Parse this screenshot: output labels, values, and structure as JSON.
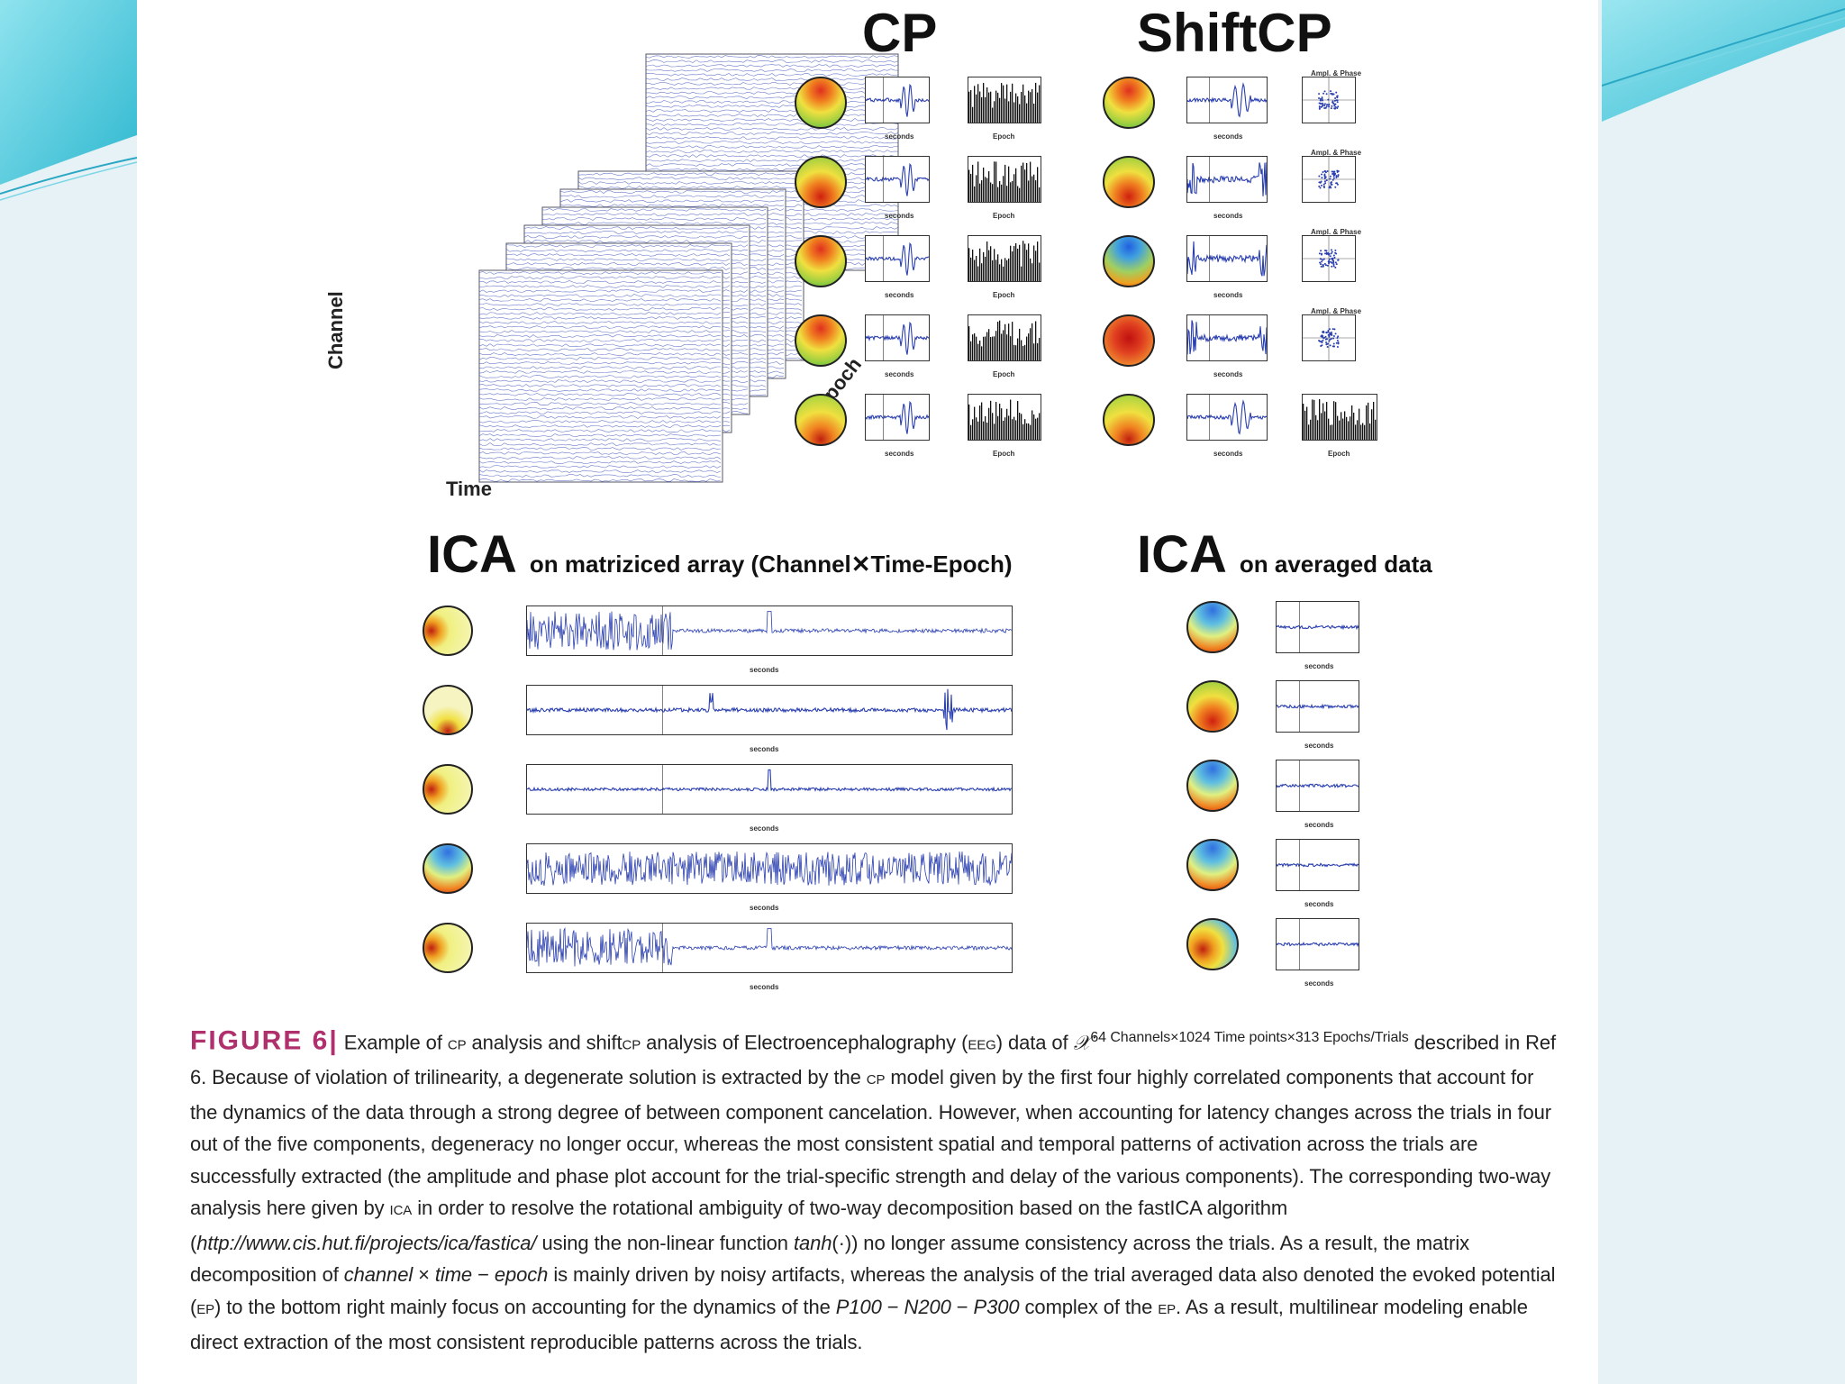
{
  "panels": {
    "cp_title": "CP",
    "shiftcp_title": "ShiftCP",
    "ica_left": {
      "main": "ICA",
      "sub": "on matriziced array (Channel✕Time-Epoch)"
    },
    "ica_right": {
      "main": "ICA",
      "sub": "on averaged data"
    },
    "tensor_labels": {
      "channel": "Channel",
      "time": "Time",
      "epoch": "Epoch"
    },
    "small_labels": {
      "seconds": "seconds",
      "epoch": "Epoch",
      "ampl_phase": "Ampl. & Phase"
    }
  },
  "caption": {
    "fig_label": "FIGURE 6",
    "sep": "|",
    "p1": "Example of",
    "cp": "CP",
    "p2": "analysis and shift",
    "p3": "analysis of Electroencephalography (",
    "eeg": "EEG",
    "p4": ") data of",
    "x": "𝒳",
    "sup": "64 Channels×1024 Time points×313 Epochs/Trials",
    "body1": "described in Ref 6. Because of violation of trilinearity, a degenerate solution is extracted by the",
    "body2": "model given by the first four highly correlated components that account for the dynamics of the data through a strong degree of between component cancelation. However, when accounting for latency changes across the trials in four out of the five components, degeneracy no longer occur, whereas the most consistent spatial and temporal patterns of activation across the trials are successfully extracted (the amplitude and phase plot account for the trial-specific strength and delay of the various components). The corresponding two-way analysis here given by",
    "ica": "ICA",
    "body3": "in order to resolve the rotational ambiguity of two-way decomposition based on the fastICA algorithm (",
    "url": "http://www.cis.hut.fi/projects/ica/fastica/",
    "body4": "using the non-linear function",
    "tanh": "tanh",
    "body5": "(·)) no longer assume consistency across the trials. As a result, the matrix decomposition of",
    "channel": "channel",
    "times": "×",
    "time": "time",
    "minus": "−",
    "epoch": "epoch",
    "body6": "is mainly driven by noisy artifacts, whereas the analysis of the trial averaged data also denoted the evoked potential (",
    "ep": "EP",
    "body7": ") to the bottom right mainly focus on accounting for the dynamics of the",
    "p100": "P100",
    "n200": "N200",
    "p300": "P300",
    "body8": "complex of the",
    "body9": ". As a result, multilinear modeling enable direct extraction of the most consistent reproducible patterns across the trials."
  },
  "colors": {
    "trace": "#2a3fb0",
    "caption_accent": "#b0306e",
    "deco": "#3ec9dc"
  }
}
